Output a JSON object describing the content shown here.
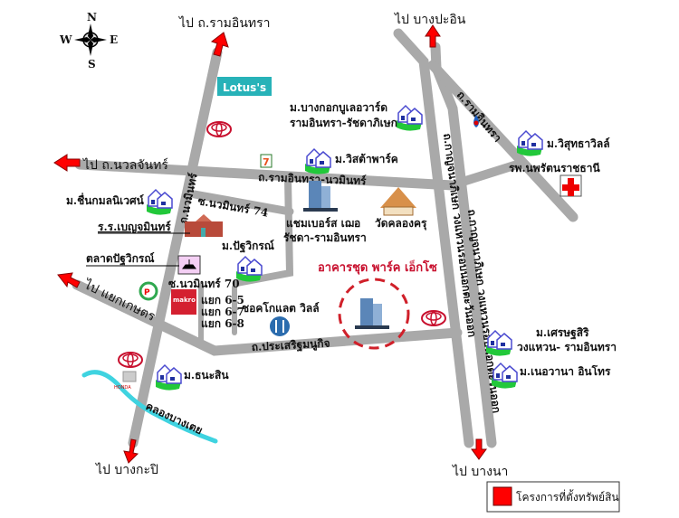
{
  "compass": {
    "n": "N",
    "s": "S",
    "e": "E",
    "w": "W"
  },
  "directions": {
    "to_ramintra": "ไป ถ.รามอินทรา",
    "to_bangpain": "ไป บางปะอิน",
    "to_nuanchan": "ไป ถ.นวลจันทร์",
    "to_kaset": "ไป แยกเกษตร",
    "to_bangkapi": "ไป บางกะปิ",
    "to_bangna": "ไป บางนา"
  },
  "roads": {
    "ramintra_nawamin": "ถ.รามอินทรา-นวมินทร์",
    "nawamin": "ถ.นวมินทร์",
    "ramintra": "ถ.รามอินทรา",
    "ring_road_1": "ถ.กาญจนาภิเษก วงแหวนรอบนอกตะวันออก",
    "ring_road_2": "ถ.กาญจนาภิเษก วงแหวนรอบนอกตะวันออก",
    "soi_74": "ซ.นวมินทร์ 74",
    "soi_70": "ซ.นวมินทร์ 70",
    "prasert": "ถ.ประเสริฐมนูกิจ",
    "yaek_65": "แยก 6-5",
    "yaek_67": "แยก 6-7",
    "yaek_68": "แยก 6-8",
    "canal": "คลองบางเตย"
  },
  "places": {
    "bangkok_boulevard_1": "ม.บางกอกบูเลอวาร์ด",
    "bangkok_boulevard_2": "รามอินทรา-รัชดาภิเษก",
    "vista_park": "ม.วิสต้าพาร์ค",
    "visutha_ville": "ม.วิสุทธาวิลล์",
    "hospital": "รพ.นพรัตนราชธานี",
    "chambord_1": "แชมเบอร์ส เฌอ",
    "chambord_2": "รัชดา-รามอินทรา",
    "wat": "วัดคลองครุ",
    "chuenkamon": "ม.ชื่นกมลนิเวศน์",
    "school": "ร.ร.เบญจมินทร์",
    "pattawikorn": "ม.ปัฐวิกรณ์",
    "market": "ตลาดปัฐวิกรณ์",
    "chocolate_ville": "ชอคโกแลต วิลล์",
    "thanasin": "ม.ธนะสิน",
    "setthasiri_1": "ม.เศรษฐสิริ",
    "setthasiri_2": "วงแหวน- รามอินทรา",
    "nirvana": "ม.เนอวานา อินโทร",
    "lotus": "Lotus's",
    "makro": "makro",
    "honda": "HONDA"
  },
  "site": {
    "name": "อาคารชุด พาร์ค เอ็กโซ",
    "color": "#c8102e"
  },
  "legend": {
    "label": "โครงการที่ตั้งทรัพย์สิน",
    "color": "#ff0000"
  },
  "colors": {
    "road": "#a9a9a9",
    "arrow": "#ff0000",
    "canal": "#3fd3e0",
    "lotus": "#27b2b8"
  }
}
